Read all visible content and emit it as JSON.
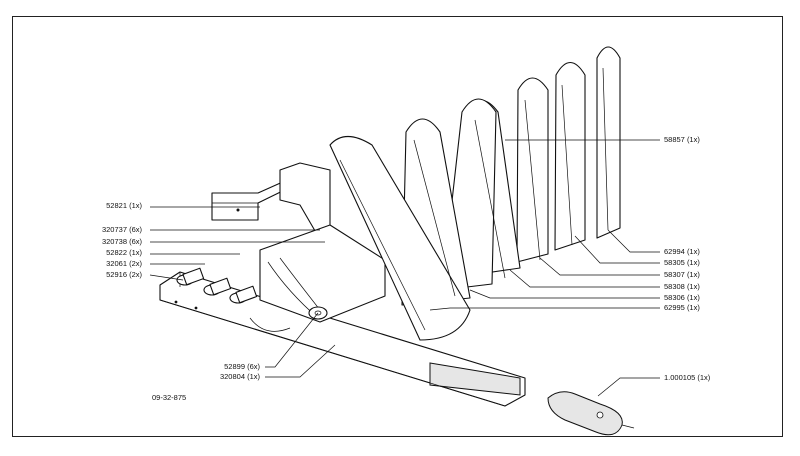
{
  "drawing_number": "09-32-875",
  "callouts_left": [
    {
      "id": "52821",
      "label": "52821 (1x)"
    },
    {
      "id": "320737",
      "label": "320737 (6x)"
    },
    {
      "id": "320738",
      "label": "320738 (6x)"
    },
    {
      "id": "52822",
      "label": "52822 (1x)"
    },
    {
      "id": "32061",
      "label": "32061 (2x)"
    },
    {
      "id": "52916",
      "label": "52916 (2x)"
    }
  ],
  "callouts_bottom": [
    {
      "id": "52899",
      "label": "52899 (6x)"
    },
    {
      "id": "320804",
      "label": "320804 (1x)"
    }
  ],
  "callouts_right": [
    {
      "id": "58857",
      "label": "58857 (1x)"
    },
    {
      "id": "62994",
      "label": "62994 (1x)"
    },
    {
      "id": "58305",
      "label": "58305 (1x)"
    },
    {
      "id": "58307",
      "label": "58307 (1x)"
    },
    {
      "id": "58308",
      "label": "58308 (1x)"
    },
    {
      "id": "58306",
      "label": "58306 (1x)"
    },
    {
      "id": "62995",
      "label": "62995 (1x)"
    },
    {
      "id": "1.000105",
      "label": "1.000105 (1x)"
    }
  ]
}
